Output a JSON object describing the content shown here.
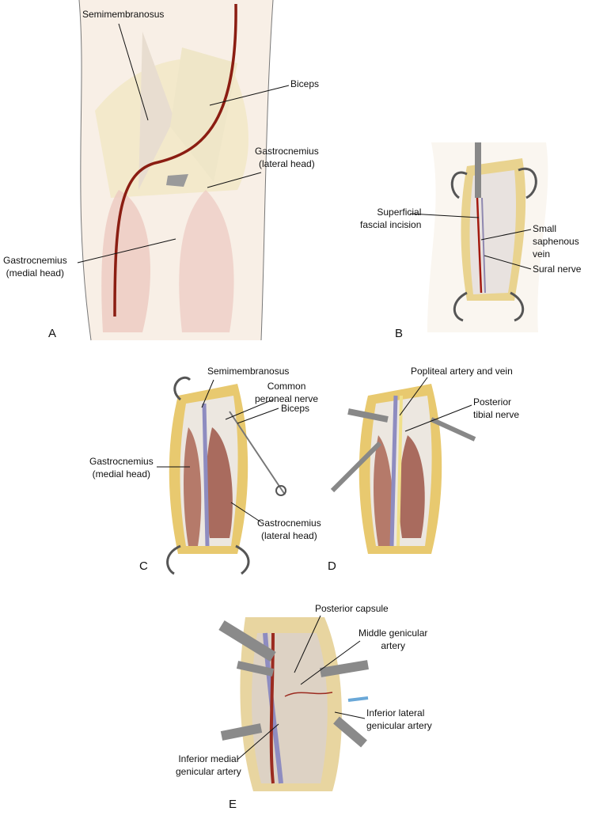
{
  "panels": {
    "A": {
      "letter": "A",
      "labels": {
        "semimembranosus": "Semimembranosus",
        "biceps": "Biceps",
        "gastroc_lateral_1": "Gastrocnemius",
        "gastroc_lateral_2": "(lateral head)",
        "gastroc_medial_1": "Gastrocnemius",
        "gastroc_medial_2": "(medial head)"
      }
    },
    "B": {
      "letter": "B",
      "labels": {
        "incision_1": "Superficial",
        "incision_2": "fascial incision",
        "vein_1": "Small",
        "vein_2": "saphenous",
        "vein_3": "vein",
        "sural": "Sural nerve"
      }
    },
    "C": {
      "letter": "C",
      "labels": {
        "semimembranosus": "Semimembranosus",
        "peroneal_1": "Common",
        "peroneal_2": "peroneal nerve",
        "biceps": "Biceps",
        "gastroc_medial_1": "Gastrocnemius",
        "gastroc_medial_2": "(medial head)",
        "gastroc_lateral_1": "Gastrocnemius",
        "gastroc_lateral_2": "(lateral head)"
      }
    },
    "D": {
      "letter": "D",
      "labels": {
        "popliteal": "Popliteal artery and vein",
        "tibial_1": "Posterior",
        "tibial_2": "tibial nerve"
      }
    },
    "E": {
      "letter": "E",
      "labels": {
        "capsule": "Posterior capsule",
        "middle_1": "Middle genicular",
        "middle_2": "artery",
        "inf_lat_1": "Inferior lateral",
        "inf_lat_2": "genicular artery",
        "inf_med_1": "Inferior medial",
        "inf_med_2": "genicular artery"
      }
    }
  }
}
